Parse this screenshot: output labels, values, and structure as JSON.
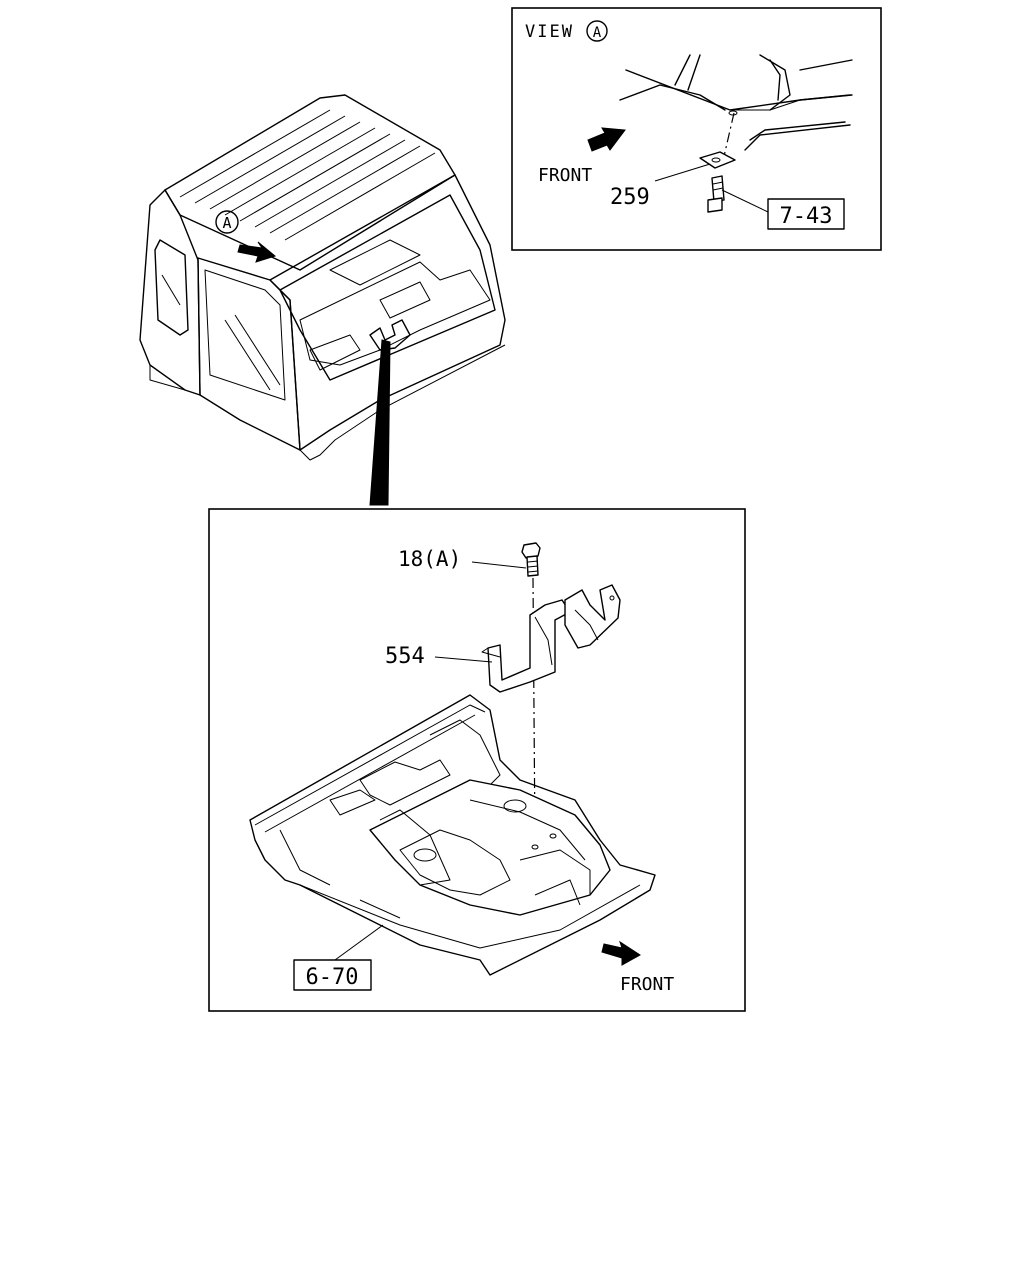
{
  "view_box": {
    "title": "VIEW",
    "circle_letter": "A",
    "front_label": "FRONT",
    "part_number": "259",
    "reference": "7-43"
  },
  "cab": {
    "circle_letter": "A"
  },
  "detail_box": {
    "bolt_label": "18(A)",
    "bracket_label": "554",
    "reference": "6-70",
    "front_label": "FRONT"
  }
}
